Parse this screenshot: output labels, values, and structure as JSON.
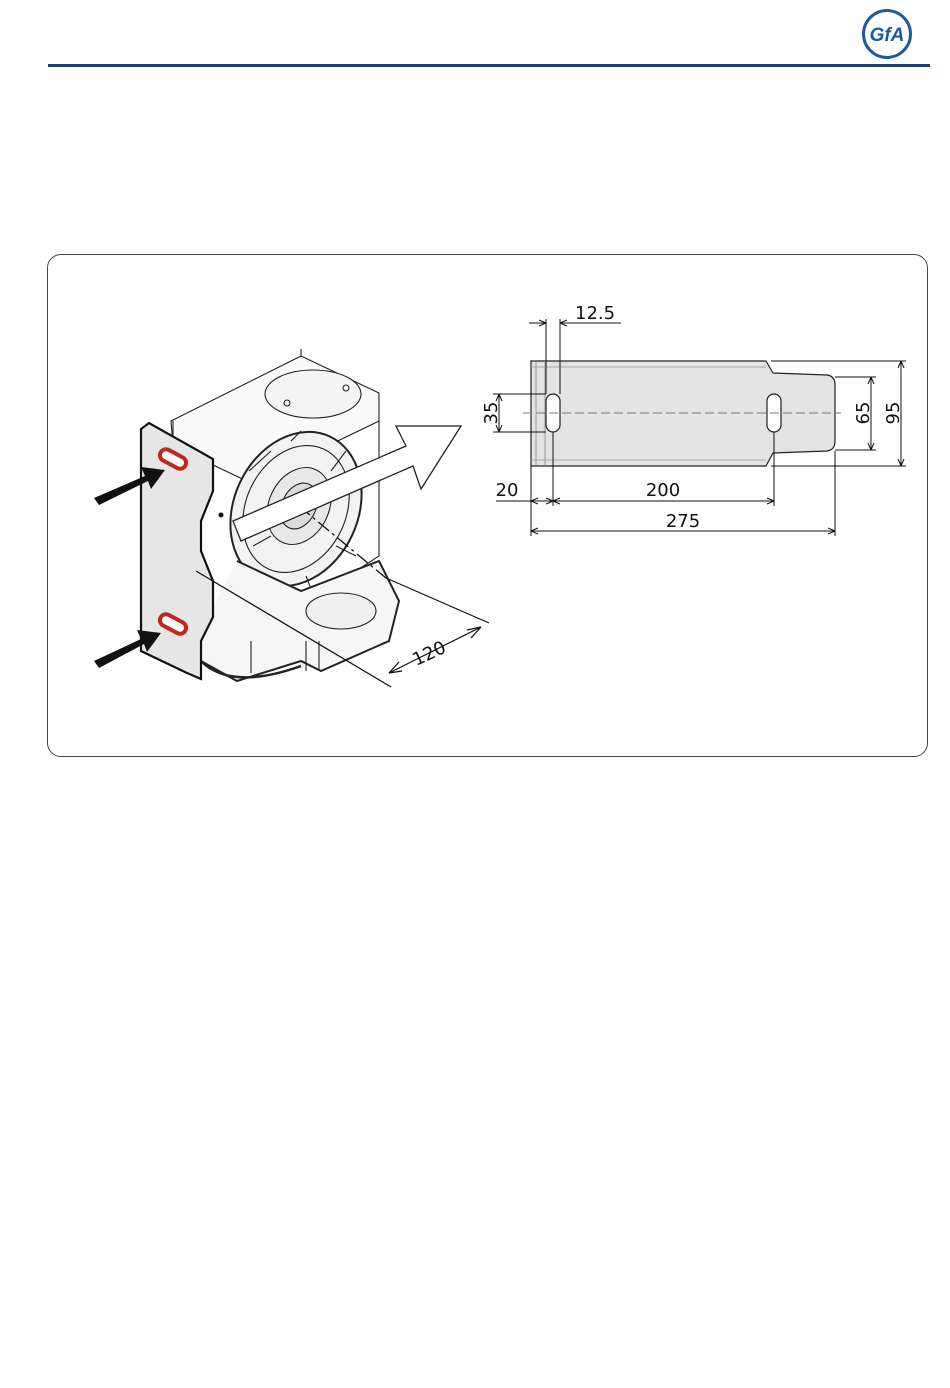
{
  "logo": {
    "text": "GfA",
    "color": "#1c5aa0"
  },
  "header": {
    "rule_color": "#1c3f6e"
  },
  "figure": {
    "dimensions": {
      "slot_width": "12.5",
      "slot_length": "35",
      "edge_to_slot": "20",
      "slot_spacing": "200",
      "total_length": "275",
      "tab_width": "65",
      "plate_width": "95",
      "bracket_offset": "120"
    },
    "slot_highlight_color": "#c0281e"
  }
}
